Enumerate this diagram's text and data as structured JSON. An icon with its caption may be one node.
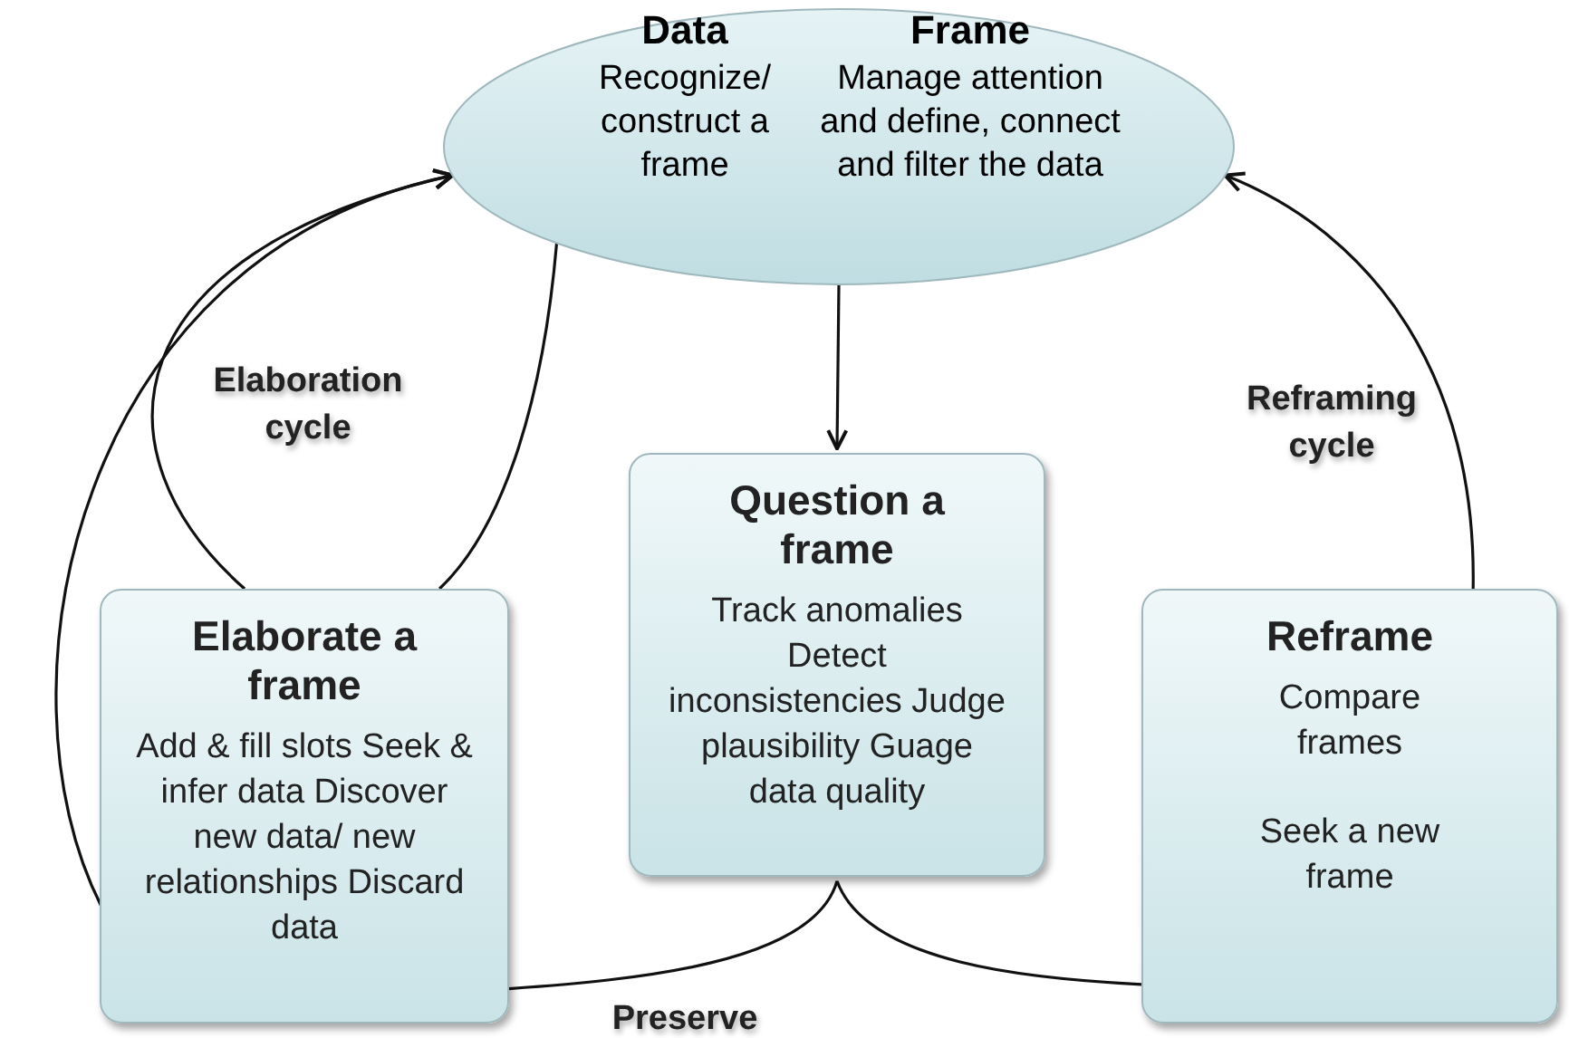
{
  "diagram": {
    "nodes": [
      {
        "text": [
          "Data",
          "Recognize/ construct a frame",
          "Frame",
          "Manage attention and define, connect and filter the data"
        ]
      },
      {
        "text": [
          "Question a frame",
          "Track anomalies Detect inconsistencies Judge plausibility Guage data quality"
        ]
      },
      {
        "text": [
          "Elaborate a frame",
          "Add & fill slots Seek & infer data Discover new data/ new relationships Discard data"
        ]
      },
      {
        "text": [
          "Reframe",
          "Compare frames",
          "Seek a new frame"
        ]
      }
    ],
    "edges": [
      {
        "from": 0,
        "to": 1,
        "arrow": "to"
      },
      {
        "from": 2,
        "to": 0,
        "arrow": "to"
      },
      {
        "from": 2,
        "to": 0,
        "arrow": "to"
      },
      {
        "from": 0,
        "to": 2,
        "arrow": "none"
      },
      {
        "from": 3,
        "to": 0,
        "arrow": "to"
      },
      {
        "from": 1,
        "to": 2,
        "arrow": "none"
      },
      {
        "from": 1,
        "to": 3,
        "arrow": "none"
      }
    ],
    "labels": [
      "Elaboration cycle",
      "Reframing cycle",
      "Preserve"
    ]
  }
}
